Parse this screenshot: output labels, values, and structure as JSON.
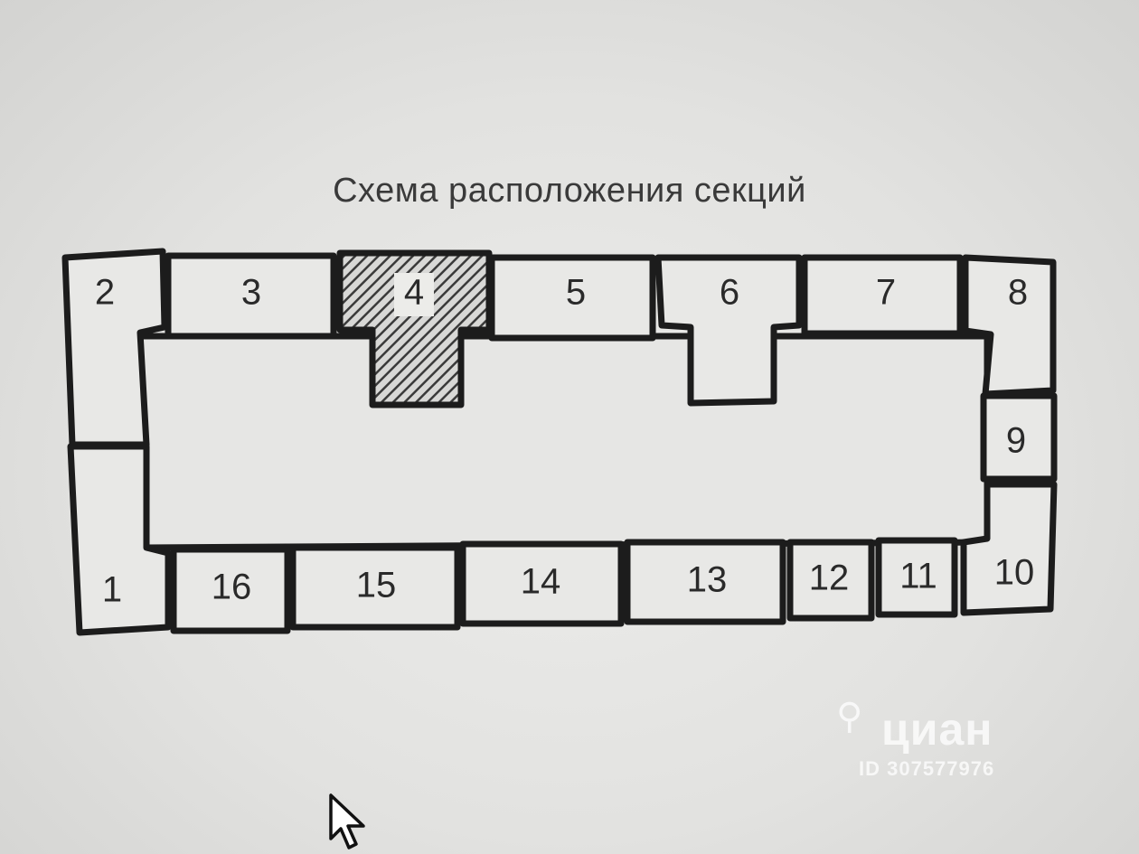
{
  "title": "Схема расположения секций",
  "sections": [
    {
      "id": "1",
      "label": "1",
      "highlighted": false
    },
    {
      "id": "2",
      "label": "2",
      "highlighted": false
    },
    {
      "id": "3",
      "label": "3",
      "highlighted": false
    },
    {
      "id": "4",
      "label": "4",
      "highlighted": true
    },
    {
      "id": "5",
      "label": "5",
      "highlighted": false
    },
    {
      "id": "6",
      "label": "6",
      "highlighted": false
    },
    {
      "id": "7",
      "label": "7",
      "highlighted": false
    },
    {
      "id": "8",
      "label": "8",
      "highlighted": false
    },
    {
      "id": "9",
      "label": "9",
      "highlighted": false
    },
    {
      "id": "10",
      "label": "10",
      "highlighted": false
    },
    {
      "id": "11",
      "label": "11",
      "highlighted": false
    },
    {
      "id": "12",
      "label": "12",
      "highlighted": false
    },
    {
      "id": "13",
      "label": "13",
      "highlighted": false
    },
    {
      "id": "14",
      "label": "14",
      "highlighted": false
    },
    {
      "id": "15",
      "label": "15",
      "highlighted": false
    },
    {
      "id": "16",
      "label": "16",
      "highlighted": false
    }
  ],
  "watermark": {
    "brand": "циан",
    "id_text": "ID 307577976",
    "icon": "map-pin-icon"
  },
  "colors": {
    "outline": "#1c1c1c",
    "fill": "#e8e8e6",
    "highlight_hatch": "#3a3a3a"
  }
}
